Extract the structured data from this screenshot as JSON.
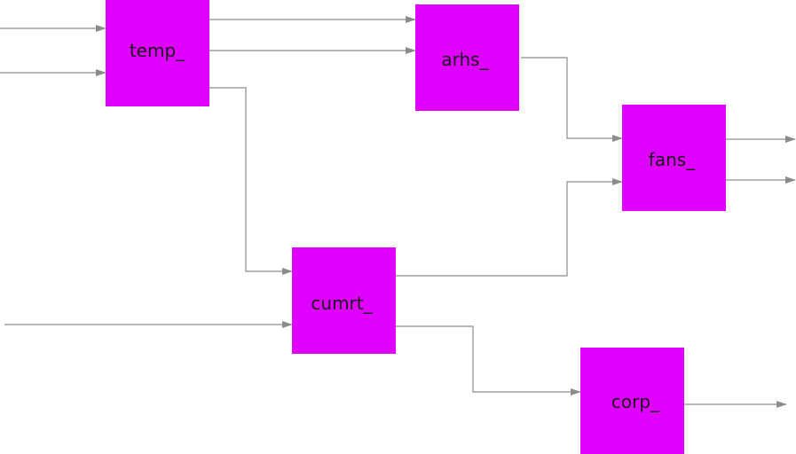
{
  "colors": {
    "block_fill": "#e000ff",
    "wire": "#8c8c8c",
    "label": "#1a1a1a",
    "background": "#ffffff"
  },
  "blocks": {
    "temp": {
      "label": "temp_"
    },
    "arhs": {
      "label": "arhs_"
    },
    "fans": {
      "label": "fans_"
    },
    "cumrt": {
      "label": "cumrt_"
    },
    "corp": {
      "label": "corp_"
    }
  },
  "connections": [
    {
      "from": "external-input",
      "to": "temp_"
    },
    {
      "from": "external-input",
      "to": "temp_"
    },
    {
      "from": "temp_",
      "to": "arhs_"
    },
    {
      "from": "temp_",
      "to": "arhs_"
    },
    {
      "from": "temp_",
      "to": "cumrt_"
    },
    {
      "from": "external-input",
      "to": "cumrt_"
    },
    {
      "from": "arhs_",
      "to": "fans_"
    },
    {
      "from": "cumrt_",
      "to": "fans_"
    },
    {
      "from": "cumrt_",
      "to": "corp_"
    },
    {
      "from": "fans_",
      "to": "external-output"
    },
    {
      "from": "fans_",
      "to": "external-output"
    },
    {
      "from": "corp_",
      "to": "external-output"
    }
  ]
}
